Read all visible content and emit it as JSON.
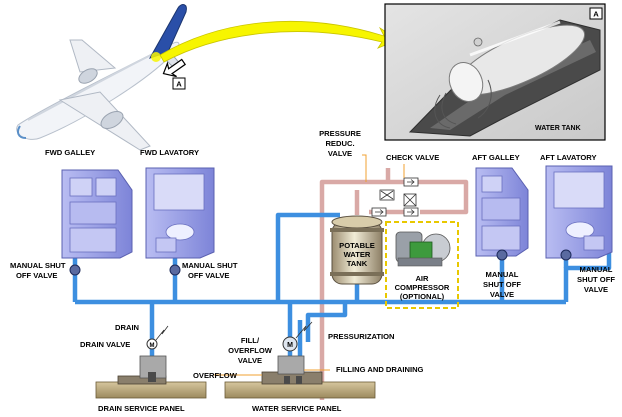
{
  "labels": {
    "callout": "A",
    "inset_callout": "A",
    "water_tank": "WATER TANK",
    "pressure_reduc_valve": [
      "PRESSURE",
      "REDUC.",
      "VALVE"
    ],
    "check_valve": "CHECK VALVE",
    "fwd_galley": "FWD GALLEY",
    "fwd_lavatory": "FWD LAVATORY",
    "aft_galley": "AFT GALLEY",
    "aft_lavatory": "AFT LAVATORY",
    "manual_shut_off_left": [
      "MANUAL SHUT",
      "OFF VALVE"
    ],
    "manual_shut_off_mid": [
      "MANUAL SHUT",
      "OFF VALVE"
    ],
    "manual_shut_off_aft_galley": [
      "MANUAL",
      "SHUT OFF",
      "VALVE"
    ],
    "manual_shut_off_aft_lav": [
      "MANUAL",
      "SHUT OFF",
      "VALVE"
    ],
    "potable_water_tank": [
      "POTABLE",
      "WATER",
      "TANK"
    ],
    "air_compressor": [
      "AIR",
      "COMPRESSOR",
      "(OPTIONAL)"
    ],
    "drain": "DRAIN",
    "drain_valve": "DRAIN VALVE",
    "fill_overflow_valve": [
      "FILL/",
      "OVERFLOW",
      "VALVE"
    ],
    "pressurization": "PRESSURIZATION",
    "overflow": "OVERFLOW",
    "filling_and_draining": "FILLING AND DRAINING",
    "drain_service_panel": "DRAIN SERVICE PANEL",
    "water_service_panel": "WATER SERVICE PANEL",
    "valve_m": "M"
  },
  "colors": {
    "water_line": "#3d8fe0",
    "air_line": "#d9a9a6",
    "leader": "#f0a030",
    "arrow": "#f7f500",
    "cabinet": "#9aa0e8",
    "dashed_box": "#e8c800"
  }
}
